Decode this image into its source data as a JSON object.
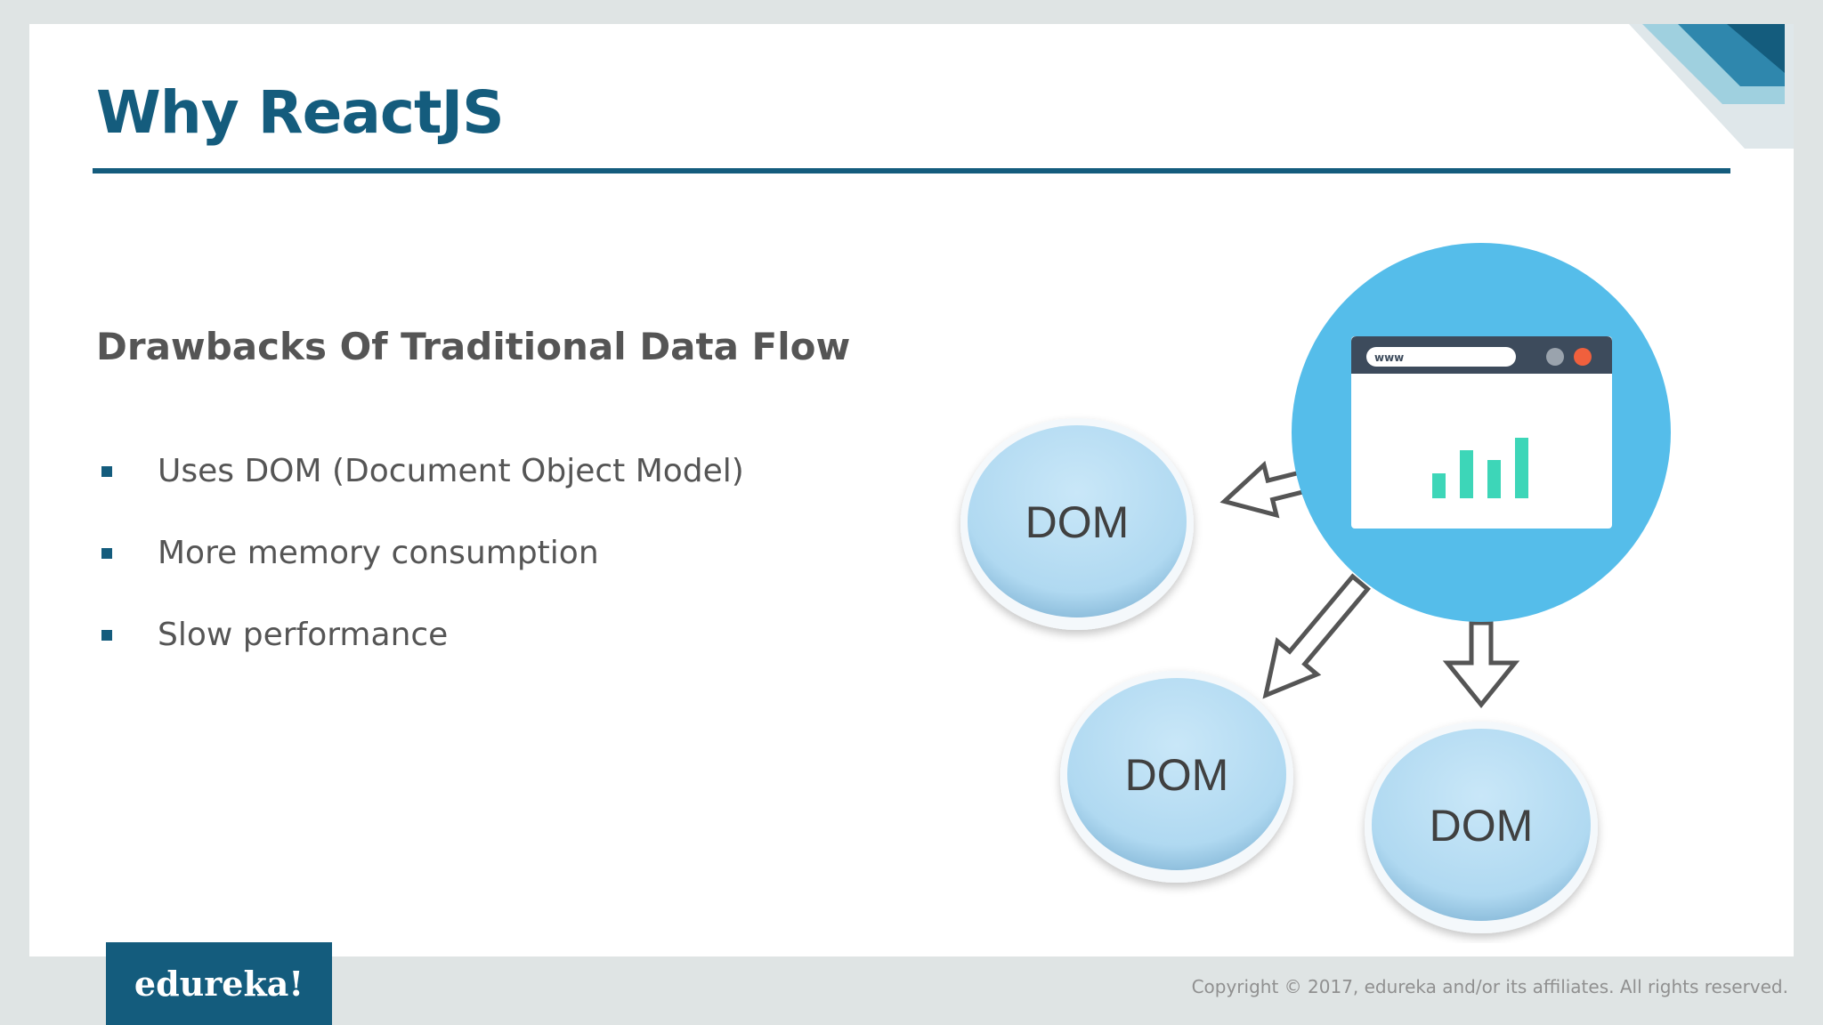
{
  "slide": {
    "title": "Why ReactJS",
    "subtitle": "Drawbacks Of Traditional Data Flow",
    "bullets": [
      "Uses DOM (Document Object Model)",
      "More memory consumption",
      "Slow performance"
    ]
  },
  "diagram": {
    "browser_url_text": "www",
    "node_labels": [
      "DOM",
      "DOM",
      "DOM"
    ],
    "icons": [
      "browser-window-icon",
      "bar-chart-icon"
    ]
  },
  "footer": {
    "logo_text": "edureka!",
    "copyright": "Copyright © 2017, edureka and/or its affiliates. All rights reserved."
  },
  "colors": {
    "brand": "#145c7d",
    "hub": "#55bdea",
    "node": "#b4dcf3",
    "chart": "#3dd6b8",
    "text": "#555555"
  }
}
